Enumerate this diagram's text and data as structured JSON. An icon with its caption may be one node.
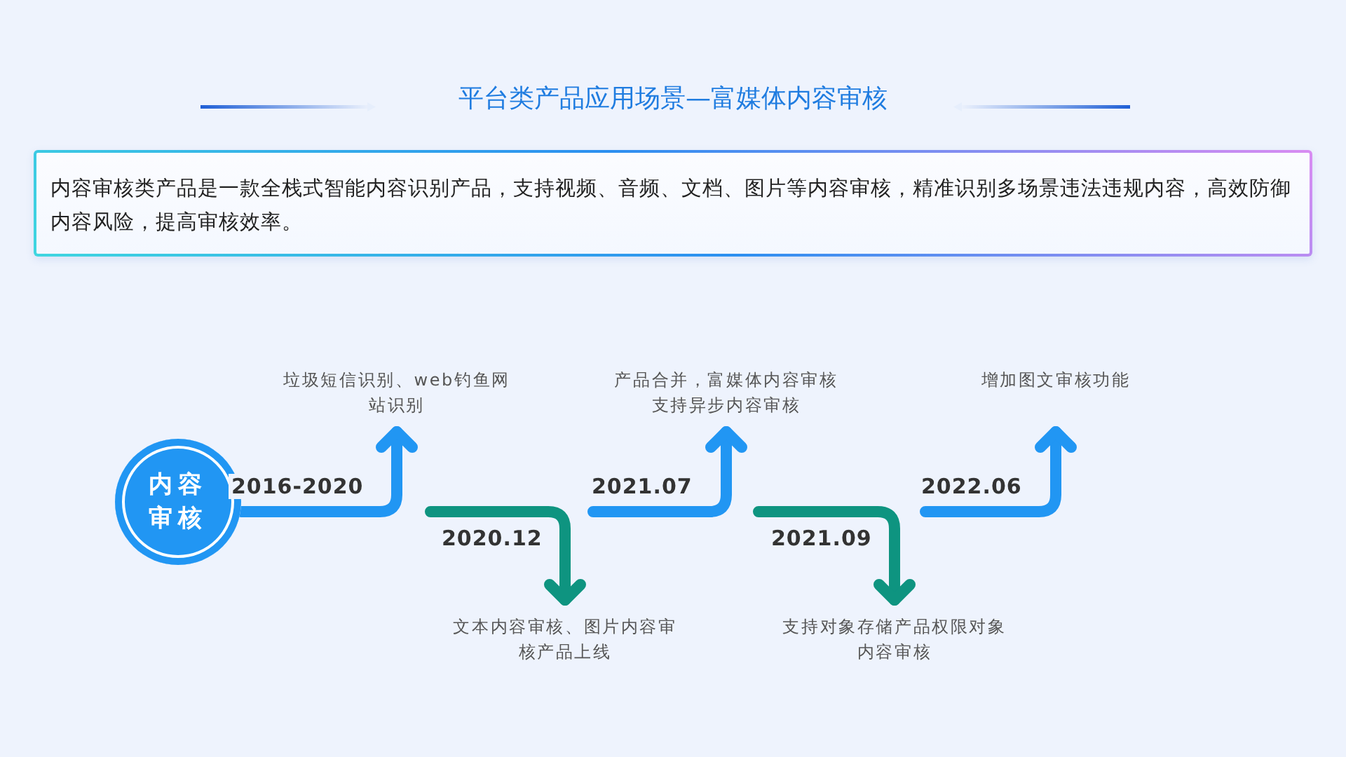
{
  "diagram": {
    "title": "平台类产品应用场景—富媒体内容审核",
    "nodes": [
      {
        "text": [
          "内容审核类产品是一款全栈式智能内容识别产品，支持视频、音频、文档、图片等内容审核，精准识别多场景违法违规内容，高效防御内容风险，提高审核效率。"
        ]
      },
      {
        "text": [
          "内容审核"
        ]
      },
      {
        "text": [
          "垃圾短信识别、web钓鱼网站识别"
        ]
      },
      {
        "text": [
          "文本内容审核、图片内容审核产品上线"
        ]
      },
      {
        "text": [
          "产品合并，富媒体内容审核支持异步内容审核"
        ]
      },
      {
        "text": [
          "支持对象存储产品权限对象内容审核"
        ]
      },
      {
        "text": [
          "增加图文审核功能"
        ]
      }
    ],
    "edges": [
      {
        "from": 1,
        "to": 2,
        "arrow": "to",
        "label": "2016-2020"
      },
      {
        "from": null,
        "to": 3,
        "arrow": "to",
        "label": "2020.12",
        "color": "#0e9480"
      },
      {
        "from": null,
        "to": 4,
        "arrow": "to",
        "label": "2021.07"
      },
      {
        "from": null,
        "to": 5,
        "arrow": "to",
        "label": "2021.09",
        "color": "#0e9480"
      },
      {
        "from": null,
        "to": 6,
        "arrow": "to",
        "label": "2022.06"
      }
    ]
  }
}
